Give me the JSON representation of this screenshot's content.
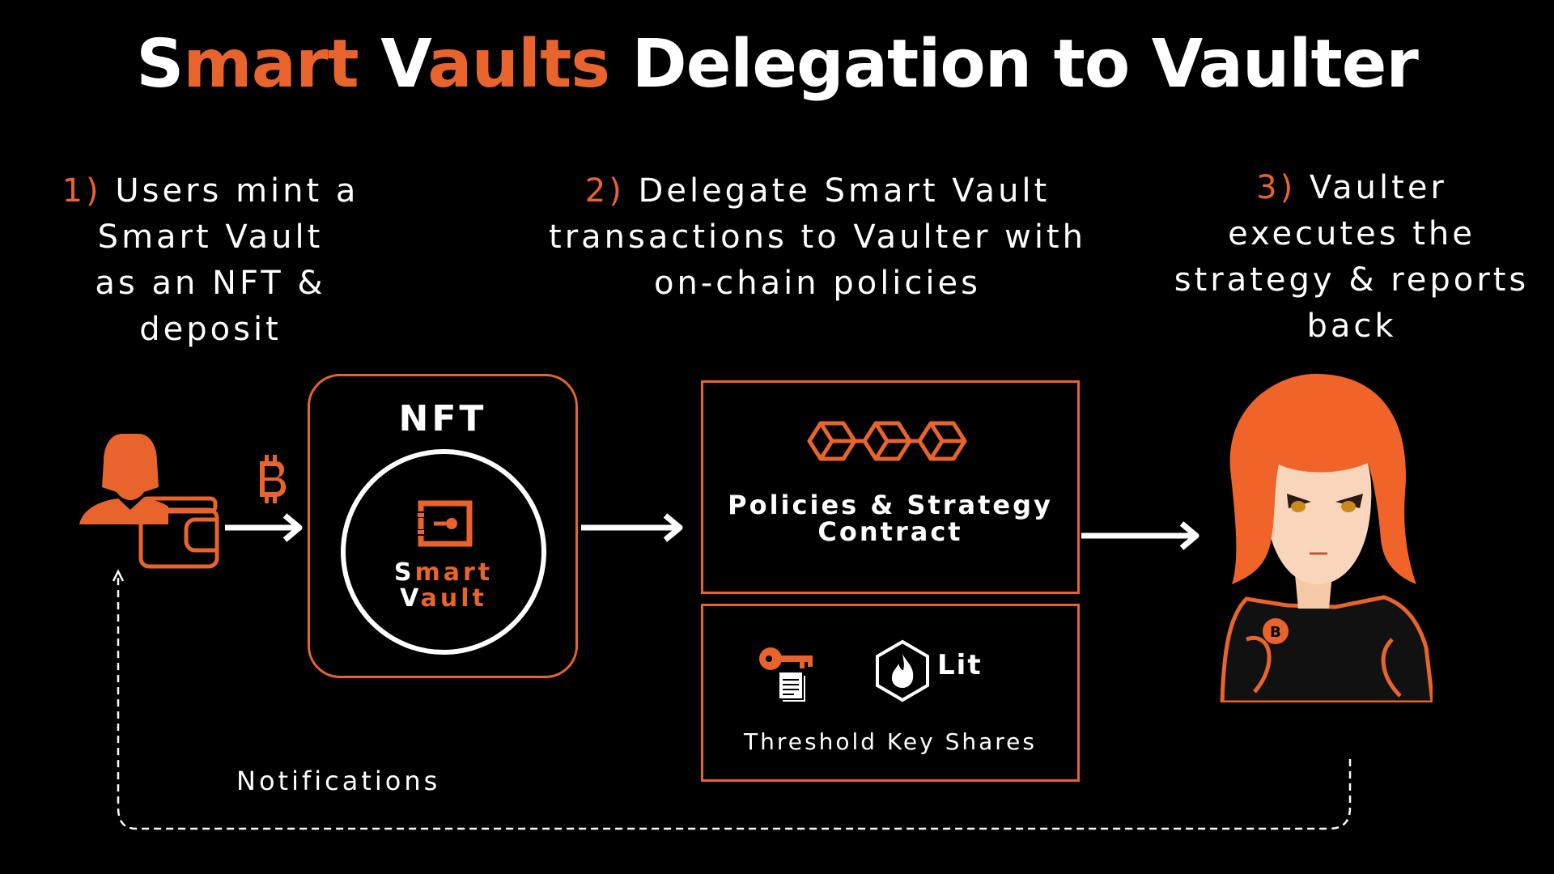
{
  "title": {
    "part1_a": "S",
    "part1_b": "mart ",
    "part2_a": "V",
    "part2_b": "aults",
    "part3": " Delegation to Vaulter"
  },
  "steps": [
    {
      "num": "1)",
      "text": " Users mint a\nSmart Vault\nas an NFT &\ndeposit"
    },
    {
      "num": "2)",
      "text": " Delegate Smart Vault\ntransactions to Vaulter with\non-chain policies"
    },
    {
      "num": "3)",
      "text": " Vaulter\nexecutes the\nstrategy & reports\nback"
    }
  ],
  "nft": {
    "label": "NFT",
    "vault_line1_a": "S",
    "vault_line1_b": "mart",
    "vault_line2_a": "V",
    "vault_line2_b": "ault"
  },
  "policy": {
    "label": "Policies & Strategy\nContract"
  },
  "keys": {
    "lit_label": "Lit",
    "shares_label": "Threshold Key Shares"
  },
  "notifications_label": "Notifications",
  "icons": {
    "user": "user-icon",
    "wallet": "wallet-icon",
    "bitcoin": "bitcoin-icon",
    "vault": "vault-icon",
    "blockchain": "blockchain-icon",
    "key_document": "key-document-icon",
    "lit_logo": "lit-logo-icon",
    "vaulter": "vaulter-character"
  },
  "colors": {
    "accent": "#e8642c",
    "background": "#000000",
    "text": "#ffffff"
  }
}
